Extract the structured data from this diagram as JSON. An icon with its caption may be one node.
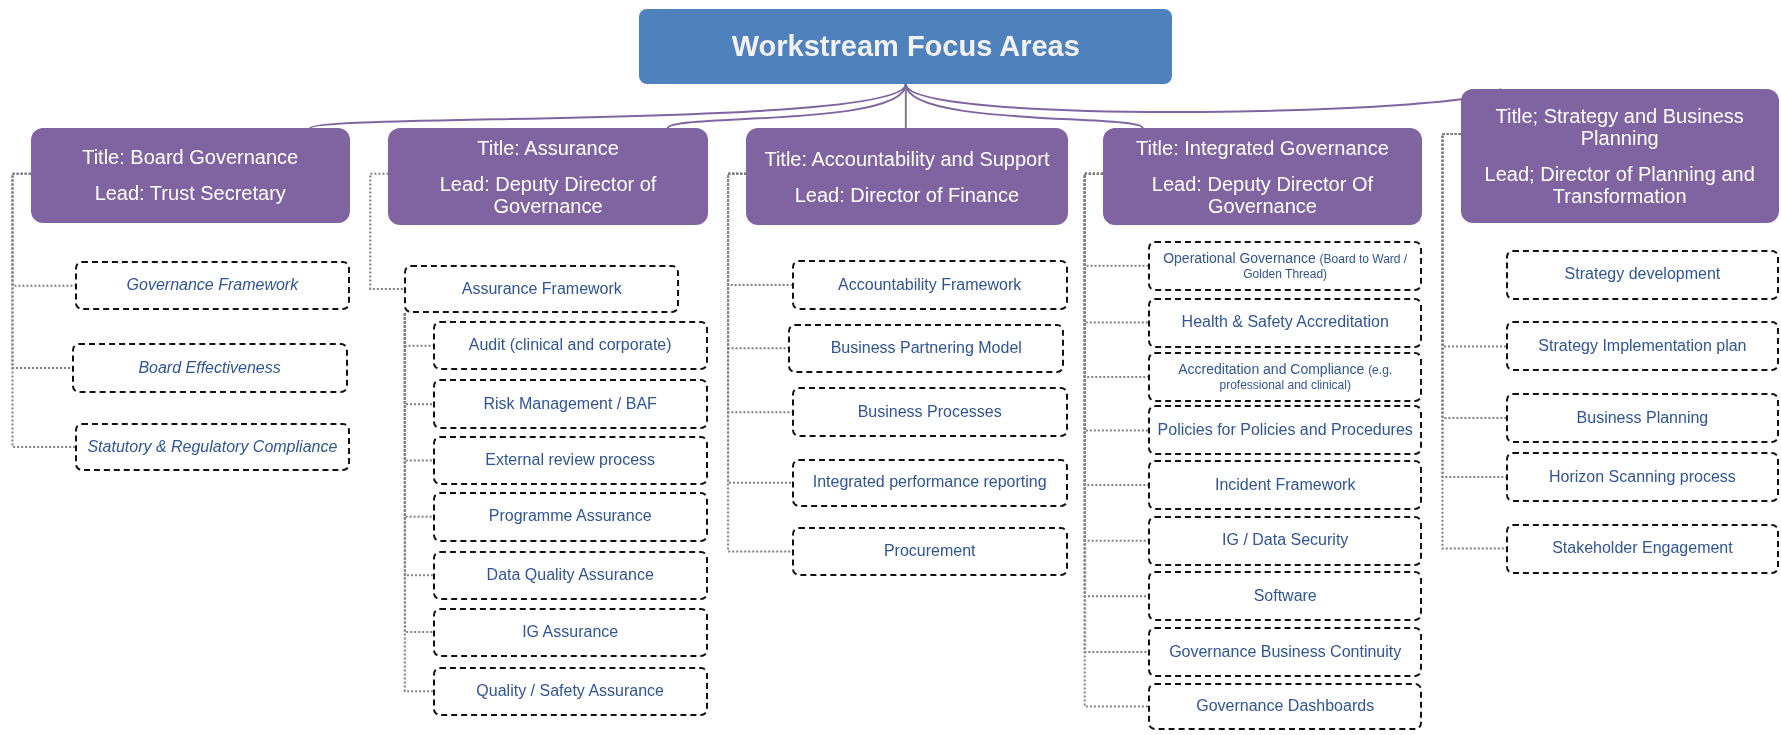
{
  "diagram": {
    "nodes": [
      {
        "text": [
          "Workstream Focus Areas"
        ]
      },
      {
        "text": [
          "Title: Board Governance",
          "Lead: Trust Secretary"
        ]
      },
      {
        "text": [
          "Governance Framework"
        ]
      },
      {
        "text": [
          "Board Effectiveness"
        ]
      },
      {
        "text": [
          "Statutory & Regulatory Compliance"
        ]
      },
      {
        "text": [
          "Title: Assurance",
          "Lead: Deputy Director of Governance"
        ]
      },
      {
        "text": [
          "Assurance Framework"
        ]
      },
      {
        "text": [
          "Audit (clinical and corporate)"
        ]
      },
      {
        "text": [
          "Risk Management / BAF"
        ]
      },
      {
        "text": [
          "External review process"
        ]
      },
      {
        "text": [
          "Programme Assurance"
        ]
      },
      {
        "text": [
          "Data Quality Assurance"
        ]
      },
      {
        "text": [
          "IG Assurance"
        ]
      },
      {
        "text": [
          "Quality / Safety Assurance"
        ]
      },
      {
        "text": [
          "Title: Accountability and Support",
          "Lead: Director of Finance"
        ]
      },
      {
        "text": [
          "Accountability Framework"
        ]
      },
      {
        "text": [
          "Business Partnering Model"
        ]
      },
      {
        "text": [
          "Business Processes"
        ]
      },
      {
        "text": [
          "Integrated performance reporting"
        ]
      },
      {
        "text": [
          "Procurement"
        ]
      },
      {
        "text": [
          "Title: Integrated Governance",
          "Lead: Deputy Director Of Governance"
        ]
      },
      {
        "text": [
          "Operational Governance",
          "(Board to Ward / Golden Thread)"
        ]
      },
      {
        "text": [
          "Health & Safety Accreditation"
        ]
      },
      {
        "text": [
          "Accreditation and Compliance",
          "(e.g. professional and clinical)"
        ]
      },
      {
        "text": [
          "Policies for Policies and Procedures"
        ]
      },
      {
        "text": [
          "Incident Framework"
        ]
      },
      {
        "text": [
          "IG / Data Security"
        ]
      },
      {
        "text": [
          "Software"
        ]
      },
      {
        "text": [
          "Governance Business Continuity"
        ]
      },
      {
        "text": [
          "Governance Dashboards"
        ]
      },
      {
        "text": [
          "Title; Strategy and Business Planning",
          "Lead; Director of Planning and Transformation"
        ]
      },
      {
        "text": [
          "Strategy development"
        ]
      },
      {
        "text": [
          "Strategy Implementation plan"
        ]
      },
      {
        "text": [
          "Business Planning"
        ]
      },
      {
        "text": [
          "Horizon Scanning process"
        ]
      },
      {
        "text": [
          "Stakeholder Engagement"
        ]
      }
    ],
    "edges": [
      {
        "from": 0,
        "to": 1,
        "arrow": "none",
        "color": "#8064a2"
      },
      {
        "from": 0,
        "to": 5,
        "arrow": "none",
        "color": "#8064a2"
      },
      {
        "from": 0,
        "to": 14,
        "arrow": "none",
        "color": "#7f7f7f"
      },
      {
        "from": 0,
        "to": 20,
        "arrow": "none",
        "color": "#8064a2"
      },
      {
        "from": 0,
        "to": 30,
        "arrow": "none",
        "color": "#8064a2"
      },
      {
        "from": 1,
        "to": 2,
        "arrow": "none",
        "style": "dashed"
      },
      {
        "from": 1,
        "to": 3,
        "arrow": "none",
        "style": "dashed"
      },
      {
        "from": 1,
        "to": 4,
        "arrow": "none",
        "style": "dashed"
      },
      {
        "from": 5,
        "to": 6,
        "arrow": "none",
        "style": "dashed"
      },
      {
        "from": 6,
        "to": 7,
        "arrow": "none",
        "style": "dashed"
      },
      {
        "from": 6,
        "to": 8,
        "arrow": "none",
        "style": "dashed"
      },
      {
        "from": 6,
        "to": 9,
        "arrow": "none",
        "style": "dashed"
      },
      {
        "from": 6,
        "to": 10,
        "arrow": "none",
        "style": "dashed"
      },
      {
        "from": 6,
        "to": 11,
        "arrow": "none",
        "style": "dashed"
      },
      {
        "from": 6,
        "to": 12,
        "arrow": "none",
        "style": "dashed"
      },
      {
        "from": 6,
        "to": 13,
        "arrow": "none",
        "style": "dashed"
      },
      {
        "from": 14,
        "to": 15,
        "arrow": "none",
        "style": "dashed"
      },
      {
        "from": 14,
        "to": 16,
        "arrow": "none",
        "style": "dashed"
      },
      {
        "from": 14,
        "to": 17,
        "arrow": "none",
        "style": "dashed"
      },
      {
        "from": 14,
        "to": 18,
        "arrow": "none",
        "style": "dashed"
      },
      {
        "from": 14,
        "to": 19,
        "arrow": "none",
        "style": "dashed"
      },
      {
        "from": 20,
        "to": 21,
        "arrow": "none",
        "style": "dashed"
      },
      {
        "from": 20,
        "to": 22,
        "arrow": "none",
        "style": "dashed"
      },
      {
        "from": 20,
        "to": 23,
        "arrow": "none",
        "style": "dashed"
      },
      {
        "from": 20,
        "to": 24,
        "arrow": "none",
        "style": "dashed"
      },
      {
        "from": 20,
        "to": 25,
        "arrow": "none",
        "style": "dashed"
      },
      {
        "from": 20,
        "to": 26,
        "arrow": "none",
        "style": "dashed"
      },
      {
        "from": 20,
        "to": 27,
        "arrow": "none",
        "style": "dashed"
      },
      {
        "from": 20,
        "to": 28,
        "arrow": "none",
        "style": "dashed"
      },
      {
        "from": 20,
        "to": 29,
        "arrow": "none",
        "style": "dashed"
      },
      {
        "from": 30,
        "to": 32,
        "arrow": "none",
        "style": "dashed"
      },
      {
        "from": 30,
        "to": 33,
        "arrow": "none",
        "style": "dashed"
      },
      {
        "from": 30,
        "to": 34,
        "arrow": "none",
        "style": "dashed"
      },
      {
        "from": 30,
        "to": 35,
        "arrow": "none",
        "style": "dashed"
      }
    ]
  }
}
